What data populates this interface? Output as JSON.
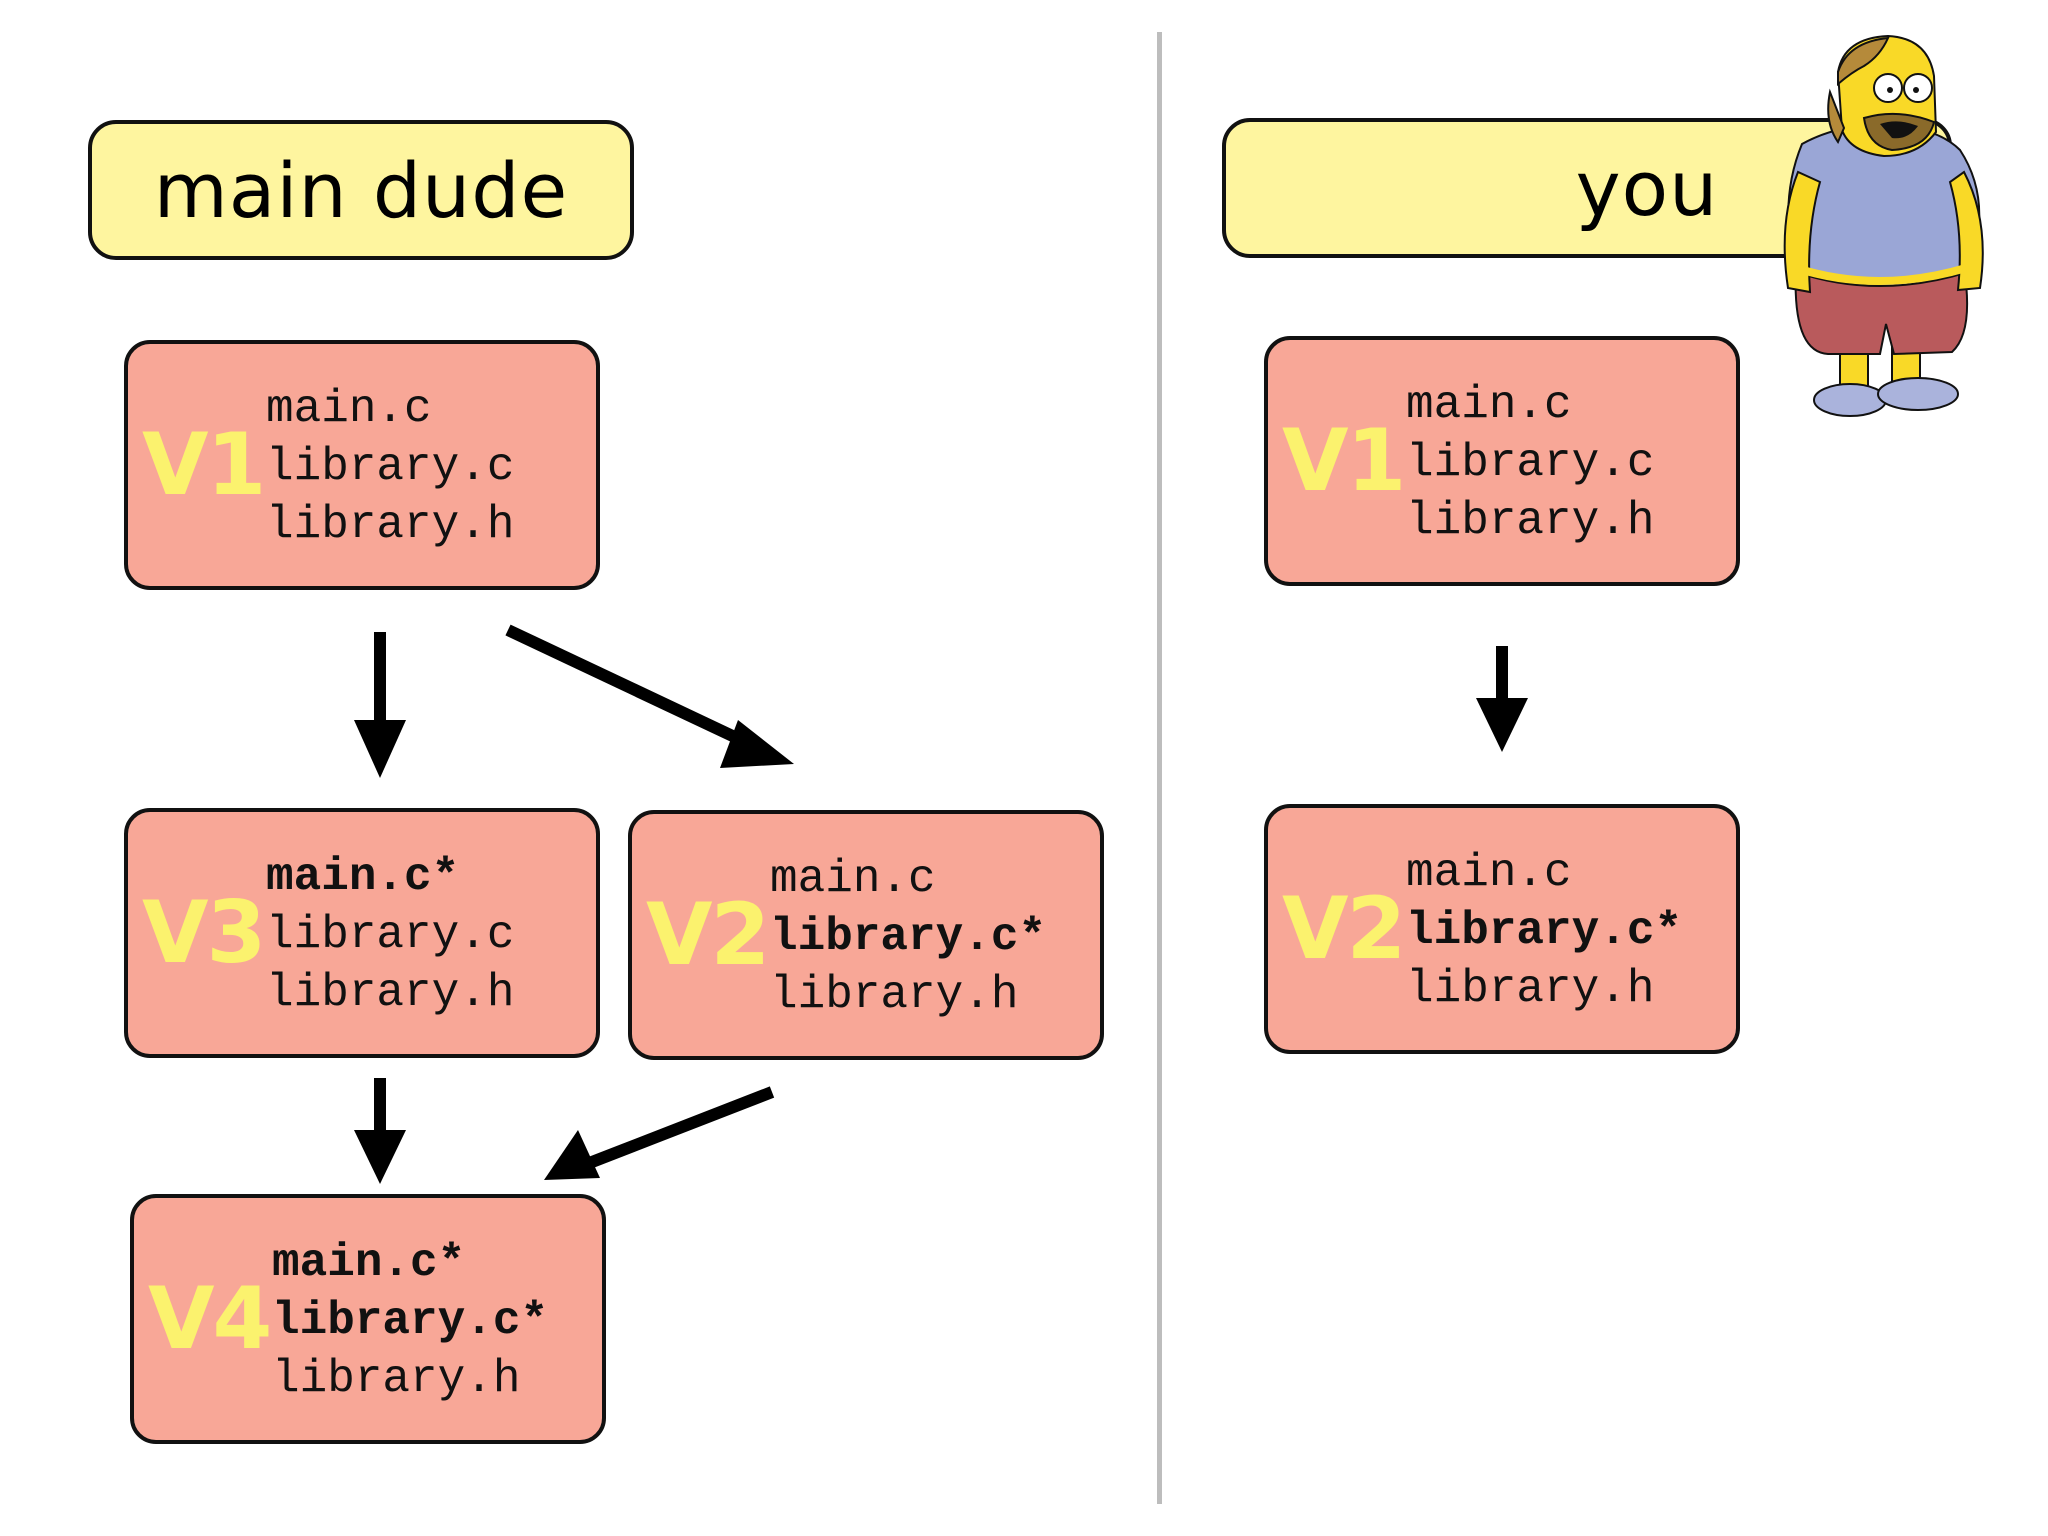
{
  "colors": {
    "header_fill": "#fef59f",
    "version_box_fill": "#f8a797",
    "version_label": "#fbf26e",
    "arrow": "#000000",
    "divider": "#bdbdbd"
  },
  "left_panel": {
    "title": "main dude",
    "versions": {
      "v1": {
        "label": "V1",
        "files": [
          "main.c",
          "library.c",
          "library.h"
        ],
        "modified": [
          false,
          false,
          false
        ]
      },
      "v3": {
        "label": "V3",
        "files": [
          "main.c*",
          "library.c",
          "library.h"
        ],
        "modified": [
          true,
          false,
          false
        ]
      },
      "v2": {
        "label": "V2",
        "files": [
          "main.c",
          "library.c*",
          "library.h"
        ],
        "modified": [
          false,
          true,
          false
        ]
      },
      "v4": {
        "label": "V4",
        "files": [
          "main.c*",
          "library.c*",
          "library.h"
        ],
        "modified": [
          true,
          true,
          false
        ]
      }
    }
  },
  "right_panel": {
    "title": "you",
    "versions": {
      "v1": {
        "label": "V1",
        "files": [
          "main.c",
          "library.c",
          "library.h"
        ],
        "modified": [
          false,
          false,
          false
        ]
      },
      "v2": {
        "label": "V2",
        "files": [
          "main.c",
          "library.c*",
          "library.h"
        ],
        "modified": [
          false,
          true,
          false
        ]
      }
    },
    "illustration": "cartoon-comic-book-guy-icon"
  }
}
